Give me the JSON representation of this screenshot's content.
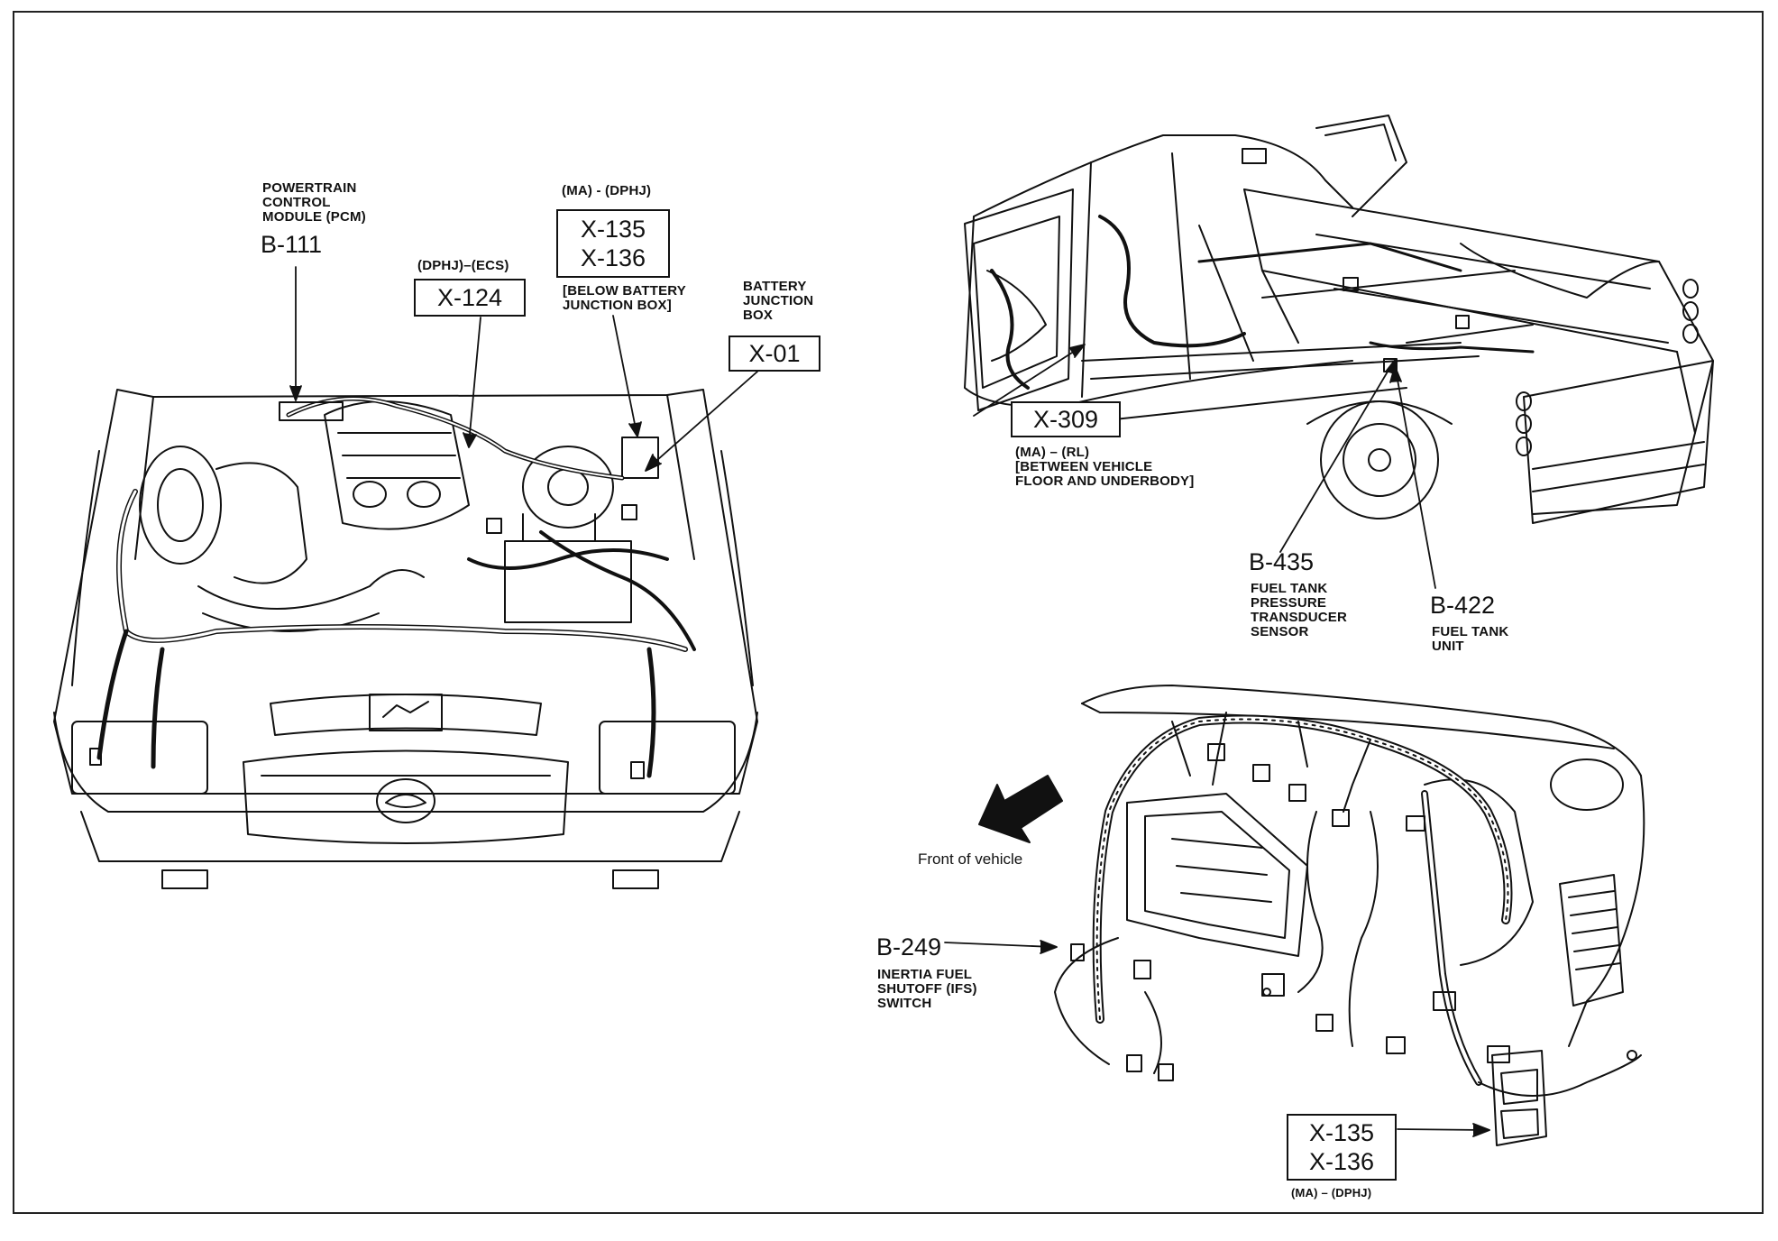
{
  "engine_bay": {
    "pcm": {
      "title": "POWERTRAIN\nCONTROL\nMODULE (PCM)",
      "code": "B-111"
    },
    "x124": {
      "qualifier": "(DPHJ)–(ECS)",
      "code": "X-124"
    },
    "x135_top": {
      "qualifier": "(MA) - (DPHJ)",
      "code_a": "X-135",
      "code_b": "X-136",
      "note": "[BELOW BATTERY\nJUNCTION BOX]"
    },
    "battery_junction_box": {
      "title": "BATTERY\nJUNCTION\nBOX",
      "code": "X-01"
    }
  },
  "truck_body": {
    "x309": {
      "code": "X-309",
      "note": "(MA) – (RL)\n[BETWEEN VEHICLE\nFLOOR AND UNDERBODY]"
    },
    "b435": {
      "code": "B-435",
      "title": "FUEL TANK\nPRESSURE\nTRANSDUCER\nSENSOR"
    },
    "b422": {
      "code": "B-422",
      "title": "FUEL TANK\nUNIT"
    }
  },
  "dashboard": {
    "front_label": "Front  of\nvehicle",
    "b249": {
      "code": "B-249",
      "title": "INERTIA FUEL\nSHUTOFF (IFS)\nSWITCH"
    },
    "x135_bottom": {
      "code_a": "X-135",
      "code_b": "X-136",
      "qualifier": "(MA) – (DPHJ)"
    }
  },
  "colors": {
    "ink": "#111111",
    "paper": "#ffffff"
  }
}
